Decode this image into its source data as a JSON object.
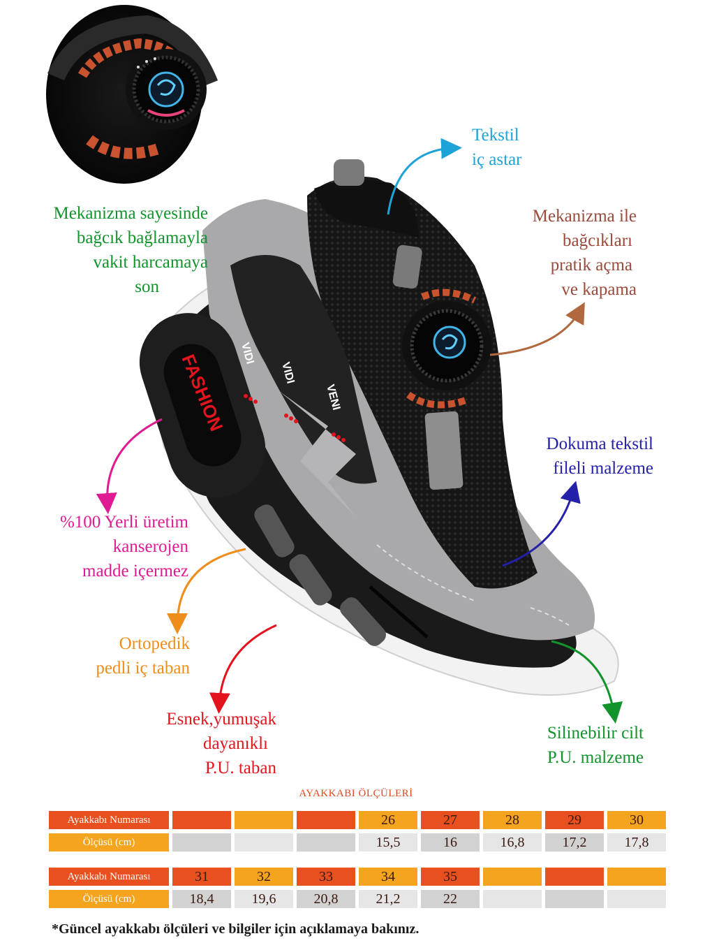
{
  "callouts": {
    "mechanism_left": {
      "lines": [
        "Mekanizma sayesinde",
        "bağcık bağlamayla",
        "vakit harcamaya",
        "son"
      ],
      "color": "#12932b"
    },
    "lining": {
      "lines": [
        "Tekstil",
        "iç astar"
      ],
      "color": "#1da3d8"
    },
    "mechanism_right": {
      "lines": [
        "Mekanizma ile",
        "bağcıkları",
        "pratik açma",
        "ve kapama"
      ],
      "color": "#9a4a3a"
    },
    "mesh": {
      "lines": [
        "Dokuma tekstil",
        "fileli malzeme"
      ],
      "color": "#2420a8"
    },
    "local": {
      "lines": [
        "%100 Yerli üretim",
        "kanserojen",
        "madde içermez"
      ],
      "color": "#e01a93"
    },
    "insole": {
      "lines": [
        "Ortopedik",
        "pedli iç taban"
      ],
      "color": "#ef8d1a"
    },
    "sole": {
      "lines": [
        "Esnek,yumuşak",
        "dayanıklı",
        "P.U. taban"
      ],
      "color": "#e3141d"
    },
    "leather": {
      "lines": [
        "Silinebilir cilt",
        "P.U. malzeme"
      ],
      "color": "#12932b"
    }
  },
  "shoe": {
    "badge_text": "FASHION",
    "panel_words": [
      "VIDI",
      "VIDI",
      "VENI"
    ]
  },
  "size_table": {
    "title": "AYAKKABI ÖLÇÜLERİ",
    "rows": [
      {
        "label": "Ayakkabı Numarası",
        "kind": "size",
        "cells": [
          "",
          "",
          "",
          "26",
          "27",
          "28",
          "29",
          "30"
        ]
      },
      {
        "label": "Ölçüsü (cm)",
        "kind": "measure",
        "cells": [
          "",
          "",
          "",
          "15,5",
          "16",
          "16,8",
          "17,2",
          "17,8"
        ]
      },
      {
        "label": "Ayakkabı Numarası",
        "kind": "size",
        "cells": [
          "31",
          "32",
          "33",
          "34",
          "35",
          "",
          "",
          ""
        ]
      },
      {
        "label": "Ölçüsü (cm)",
        "kind": "measure",
        "cells": [
          "18,4",
          "19,6",
          "20,8",
          "21,2",
          "22",
          "",
          "",
          ""
        ]
      }
    ]
  },
  "footnote": "*Güncel ayakkabı ölçüleri ve bilgiler için açıklamaya bakınız.",
  "colors": {
    "orange_dark": "#e8511f",
    "orange_light": "#f4a41f",
    "grey_dark": "#d2d2d2",
    "grey_light": "#e6e6e6"
  }
}
